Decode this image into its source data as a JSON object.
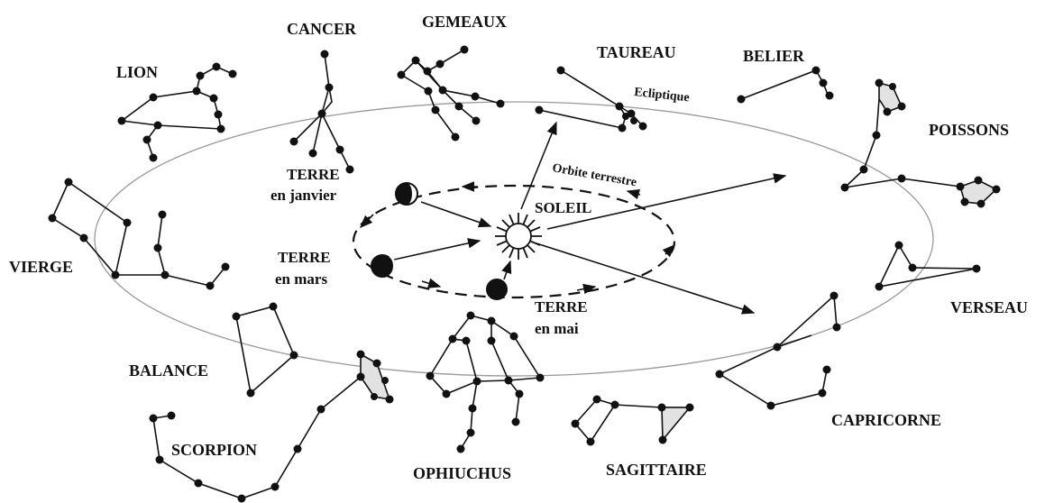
{
  "constellations": {
    "cancer": "CANCER",
    "gemeaux": "GEMEAUX",
    "taureau": "TAUREAU",
    "belier": "BELIER",
    "lion": "LION",
    "poissons": "POISSONS",
    "vierge": "VIERGE",
    "verseau": "VERSEAU",
    "balance": "BALANCE",
    "capricorne": "CAPRICORNE",
    "scorpion": "SCORPION",
    "ophiuchus": "OPHIUCHUS",
    "sagittaire": "SAGITTAIRE"
  },
  "labels": {
    "ecliptique": "Ecliptique",
    "orbite": "Orbite terrestre",
    "soleil": "SOLEIL",
    "terre_janvier_1": "TERRE",
    "terre_janvier_2": "en janvier",
    "terre_mars_1": "TERRE",
    "terre_mars_2": "en mars",
    "terre_mai_1": "TERRE",
    "terre_mai_2": "en  mai"
  }
}
